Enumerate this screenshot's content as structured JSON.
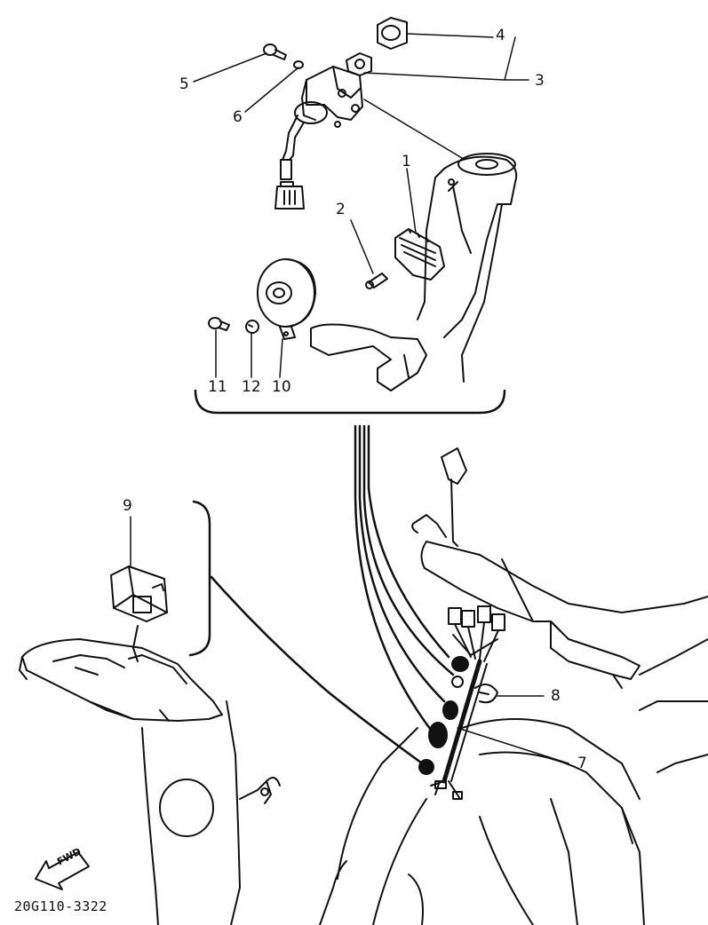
{
  "diagram": {
    "callouts": [
      {
        "id": "1",
        "label": "1"
      },
      {
        "id": "2",
        "label": "2"
      },
      {
        "id": "3",
        "label": "3"
      },
      {
        "id": "4",
        "label": "4"
      },
      {
        "id": "5",
        "label": "5"
      },
      {
        "id": "6",
        "label": "6"
      },
      {
        "id": "7",
        "label": "7"
      },
      {
        "id": "8",
        "label": "8"
      },
      {
        "id": "9",
        "label": "9"
      },
      {
        "id": "10",
        "label": "10"
      },
      {
        "id": "11",
        "label": "11"
      },
      {
        "id": "12",
        "label": "12"
      }
    ],
    "direction_label": "FWD",
    "diagram_code": "20G110-3322"
  }
}
